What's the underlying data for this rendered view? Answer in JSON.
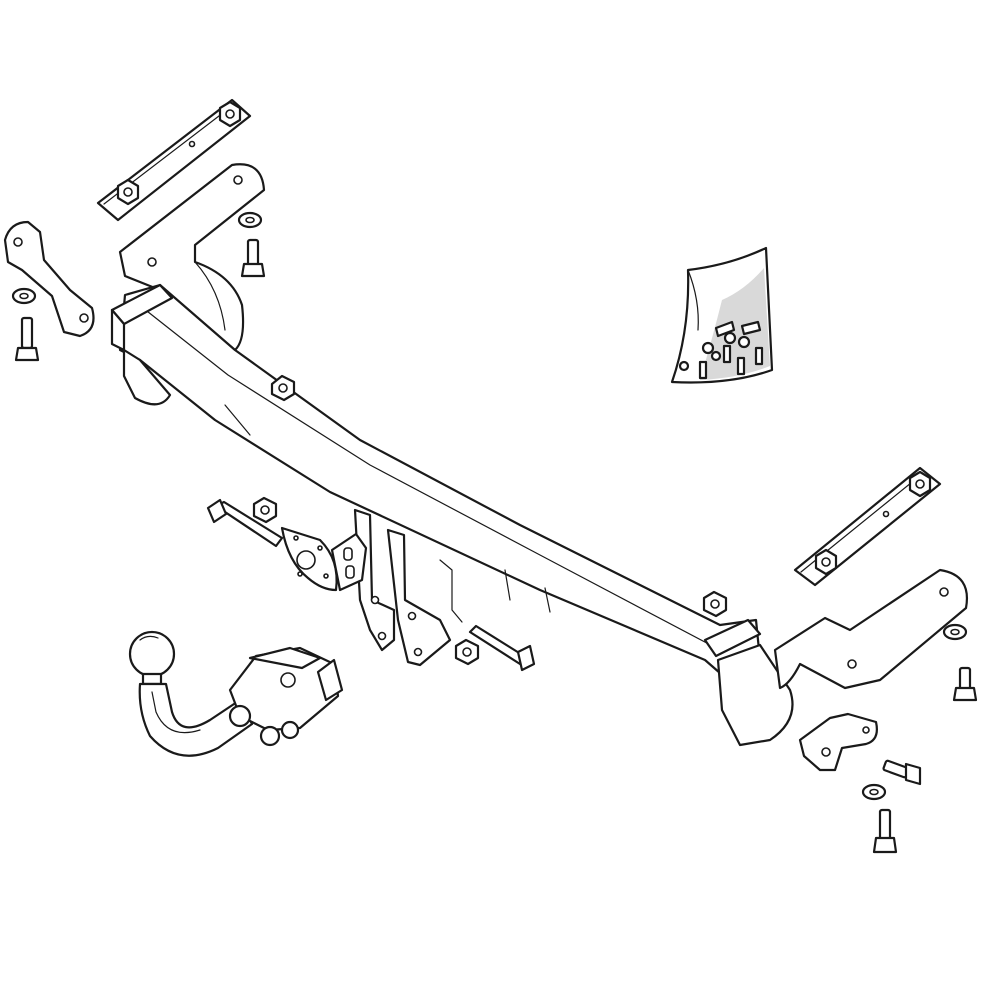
{
  "figure": {
    "background": "#ffffff",
    "line_color": "#1a1a1a",
    "shade_color": "#d9d9d9",
    "parts": [
      "crossbar-beam",
      "left-side-bracket",
      "right-side-bracket",
      "left-clamp-plate",
      "right-clamp-plate",
      "left-small-bracket",
      "right-small-bracket",
      "socket-mounting-plate",
      "center-drop-bracket",
      "detachable-tow-ball",
      "hardware-pack-bag",
      "bolts",
      "nuts",
      "washers"
    ]
  }
}
